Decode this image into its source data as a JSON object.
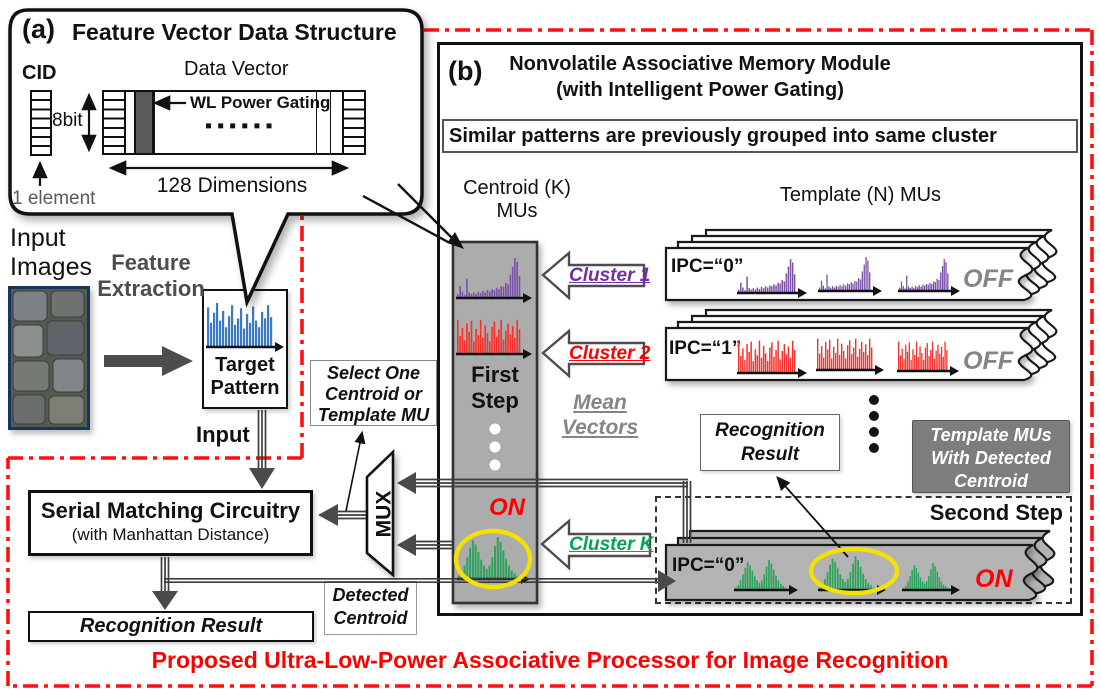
{
  "colors": {
    "purple": "#7B52A8",
    "red": "#F8302B",
    "green": "#2BA55C",
    "blue": "#3A79C3",
    "cluster1": "#7030A0",
    "cluster2": "#FF0000",
    "clusterK": "#00A651",
    "accent_red": "#FF0000",
    "gray_text": "#858585",
    "dark_gray": "#4d4d4d"
  },
  "callout": {
    "label": "(a)",
    "title": "Feature Vector Data Structure",
    "cid": "CID",
    "bits": "8bit",
    "data_vector": "Data Vector",
    "wl": "WL Power Gating",
    "dots": "▪▪▪▪▪▪",
    "dims": "128 Dimensions",
    "element": "1 element"
  },
  "input_side": {
    "images1": "Input",
    "images2": "Images",
    "feature1": "Feature",
    "feature2": "Extraction",
    "target1": "Target",
    "target2": "Pattern",
    "input": "Input"
  },
  "module": {
    "label": "(b)",
    "title1": "Nonvolatile Associative Memory Module",
    "title2": "(with Intelligent Power Gating)",
    "banner": "Similar patterns are previously grouped into same cluster",
    "centroid1": "Centroid (K)",
    "centroid2": "MUs",
    "template_header": "Template (N) MUs",
    "first1": "First",
    "first2": "Step",
    "second_step": "Second Step",
    "mean1": "Mean",
    "mean2": "Vectors",
    "cluster1": "Cluster 1",
    "cluster2": "Cluster 2",
    "clusterK": "Cluster K",
    "ipc0": "IPC=“0”",
    "ipc1": "IPC=“1”",
    "ipc0b": "IPC=“0”",
    "off": "OFF",
    "on": "ON",
    "rec1": "Recognition",
    "rec2": "Result",
    "tmu1": "Template MUs",
    "tmu2": "With Detected",
    "tmu3": "Centroid"
  },
  "matching": {
    "select1": "Select One",
    "select2": "Centroid or",
    "select3": "Template MU",
    "mux": "MUX",
    "serial1": "Serial Matching Circuitry",
    "serial2": "(with Manhattan Distance)",
    "result": "Recognition Result",
    "det1": "Detected",
    "det2": "Centroid"
  },
  "footer": "Proposed Ultra-Low-Power Associative Processor for Image Recognition",
  "histograms": {
    "purple": [
      0.1,
      0.3,
      0.16,
      0.08,
      0.48,
      0.14,
      0.1,
      0.14,
      0.1,
      0.16,
      0.12,
      0.18,
      0.14,
      0.2,
      0.16,
      0.22,
      0.2,
      0.26,
      0.22,
      0.3,
      0.28,
      0.38,
      0.34,
      0.58,
      0.78,
      1.0,
      0.9,
      0.55
    ],
    "red": [
      0.95,
      0.5,
      0.72,
      0.38,
      0.85,
      0.62,
      0.92,
      0.35,
      0.7,
      0.52,
      0.95,
      0.45,
      0.8,
      0.58,
      0.35,
      0.75,
      0.9,
      0.48,
      0.68,
      0.95,
      0.4,
      0.65,
      0.85,
      0.55,
      0.78,
      0.45,
      0.95,
      0.68
    ],
    "green": [
      0.08,
      0.16,
      0.32,
      0.52,
      0.74,
      0.92,
      0.82,
      0.64,
      0.46,
      0.32,
      0.24,
      0.32,
      0.52,
      0.78,
      1.0,
      0.88,
      0.68,
      0.48,
      0.32,
      0.2,
      0.14,
      0.08
    ],
    "blue": [
      0.9,
      0.55,
      0.78,
      1.0,
      0.6,
      0.82,
      0.45,
      0.7,
      0.95,
      0.5,
      0.65,
      0.88,
      0.42,
      0.75,
      0.55,
      0.92,
      0.6,
      0.45,
      0.8,
      0.65,
      0.95,
      0.68
    ]
  }
}
